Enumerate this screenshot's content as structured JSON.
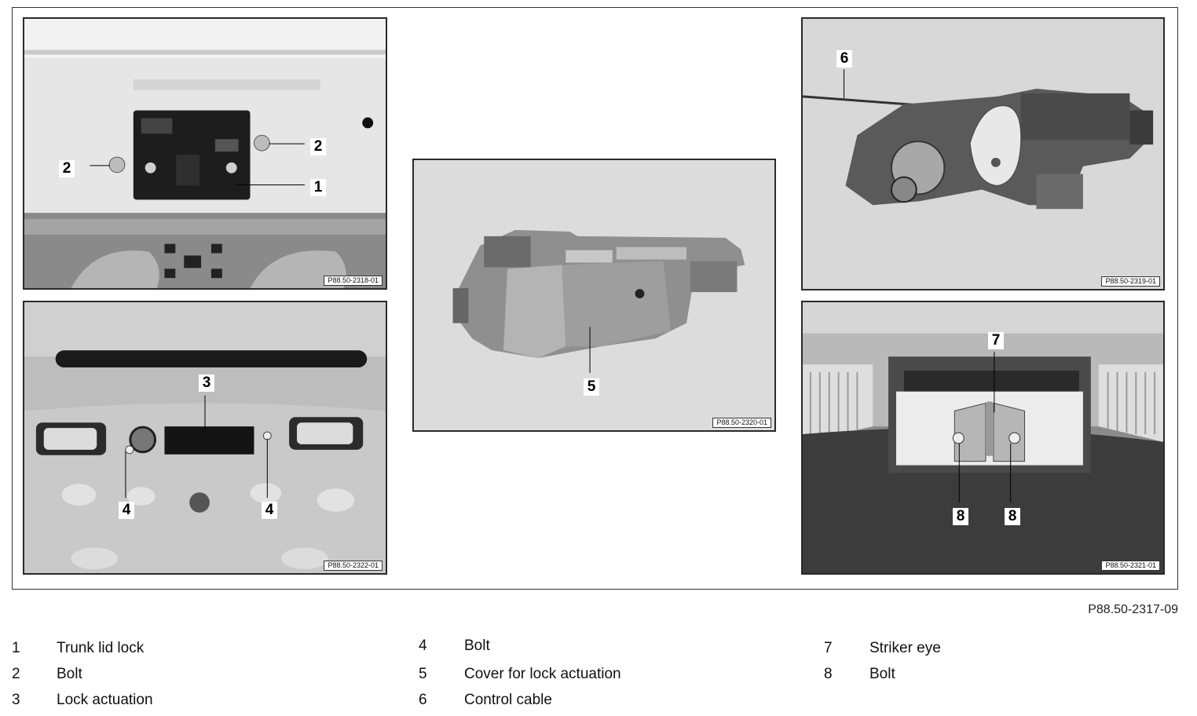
{
  "figure_code": "P88.50-2317-09",
  "panels": {
    "top_left": {
      "code": "P88.50-2318-01",
      "callouts": [
        "2",
        "2",
        "1"
      ]
    },
    "bottom_left": {
      "code": "P88.50-2322-01",
      "callouts": [
        "3",
        "4",
        "4"
      ]
    },
    "center": {
      "code": "P88.50-2320-01",
      "callouts": [
        "5"
      ]
    },
    "top_right": {
      "code": "P88.50-2319-01",
      "callouts": [
        "6"
      ]
    },
    "bottom_right": {
      "code": "P88.50-2321-01",
      "callouts": [
        "7",
        "8",
        "8"
      ]
    }
  },
  "legend": [
    {
      "num": "1",
      "label": "Trunk lid lock"
    },
    {
      "num": "2",
      "label": "Bolt"
    },
    {
      "num": "3",
      "label": "Lock actuation"
    },
    {
      "num": "4",
      "label": "Bolt"
    },
    {
      "num": "5",
      "label": "Cover for lock actuation"
    },
    {
      "num": "6",
      "label": "Control cable"
    },
    {
      "num": "7",
      "label": "Striker eye"
    },
    {
      "num": "8",
      "label": "Bolt"
    }
  ]
}
